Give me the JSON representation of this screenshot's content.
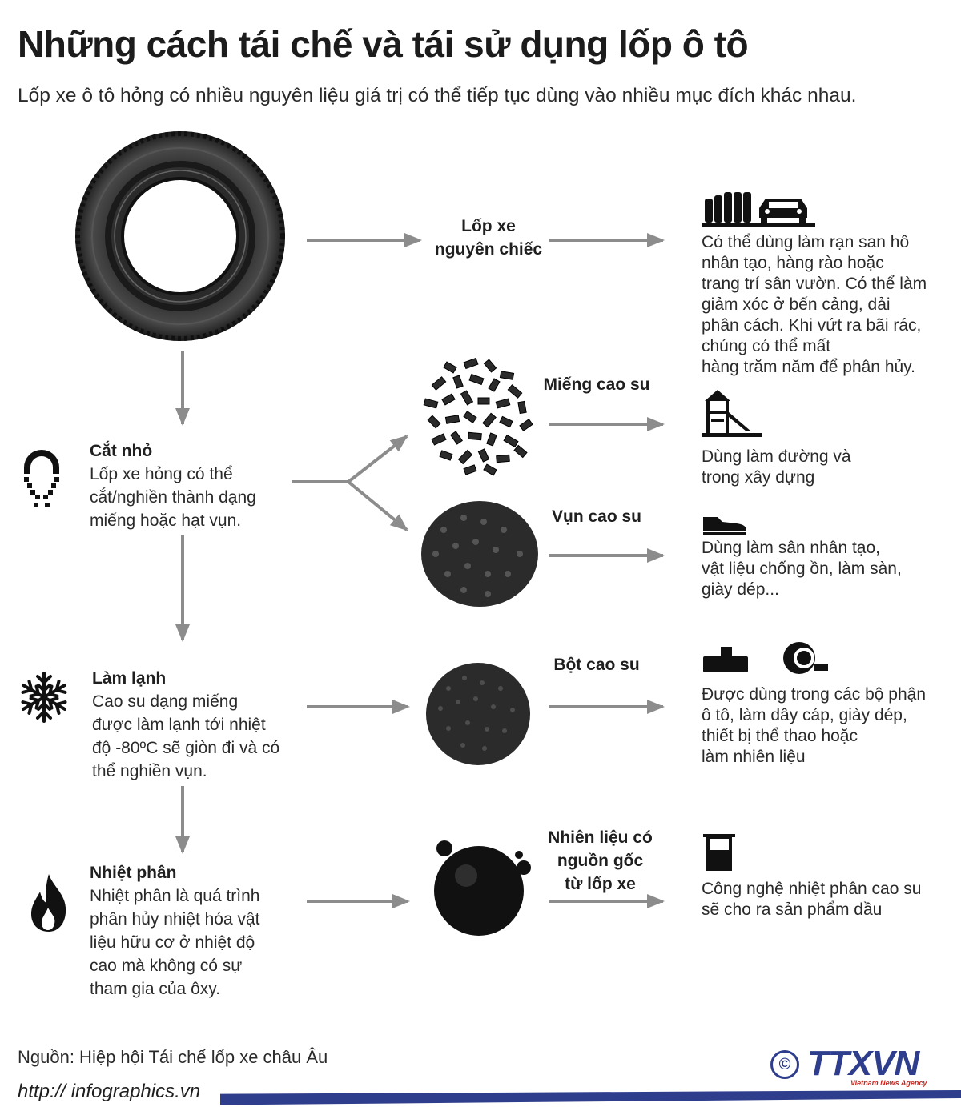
{
  "title": "Những cách tái chế và tái sử dụng lốp ô tô",
  "subtitle": "Lốp xe ô tô hỏng có nhiều nguyên liệu giá trị có thể tiếp tục dùng vào nhiều mục đích khác nhau.",
  "steps": [
    {
      "title": "Cắt nhỏ",
      "desc": "Lốp xe hỏng có thể\ncắt/nghiền thành dạng\nmiếng hoặc hạt vụn.",
      "icon": "cut-icon"
    },
    {
      "title": "Làm lạnh",
      "desc": "Cao su dạng miếng\nđược làm lạnh tới nhiệt\nđộ -80ºC sẽ giòn đi và có\nthể nghiền vụn.",
      "icon": "snowflake-icon"
    },
    {
      "title": "Nhiệt phân",
      "desc": "Nhiệt phân là quá trình\nphân hủy nhiệt hóa vật\nliệu hữu cơ ở nhiệt độ\ncao mà không có sự\ntham gia của ôxy.",
      "icon": "flame-icon"
    }
  ],
  "products": [
    {
      "label": "Lốp  xe\nnguyên chiếc",
      "use": "Có thể dùng làm rạn san hô\nnhân tạo, hàng rào hoặc\ntrang trí sân vườn. Có thể làm\ngiảm xóc ở bến cảng, dải\nphân cách. Khi vứt ra bãi rác,\nchúng có thể mất\nhàng trăm năm để phân hủy.",
      "icon": "tire-wall-car-icon"
    },
    {
      "label": "Miếng cao su",
      "use": "Dùng làm đường và\ntrong xây dựng",
      "icon": "playground-icon"
    },
    {
      "label": "Vụn cao su",
      "use": "Dùng làm sân nhân tạo,\nvật liệu chống ồn, làm sàn,\ngiày dép...",
      "icon": "shoe-icon"
    },
    {
      "label": "Bột cao su",
      "use": "Được dùng trong các bộ phận\nô tô, làm dây cáp, giày dép,\nthiết bị thể thao hoặc\nlàm nhiên liệu",
      "icon": "cable-icon"
    },
    {
      "label": "Nhiên liệu có\nnguồn gốc\ntừ lốp xe",
      "use": "Công nghệ nhiệt phân cao su\nsẽ cho ra sản phẩm dầu",
      "icon": "beaker-icon"
    }
  ],
  "source": "Nguồn: Hiệp hội Tái chế lốp xe châu Âu",
  "footer": {
    "url": "http:// infographics.vn",
    "brand": "TTXVN",
    "brand_sub": "Vietnam News Agency",
    "copyright": "©"
  },
  "colors": {
    "arrow": "#8c8c8c",
    "footer_bar": "#2e3d8c",
    "brand": "#2e3d8c",
    "brand_accent": "#c4261d",
    "rubber": "#2b2b2b"
  }
}
